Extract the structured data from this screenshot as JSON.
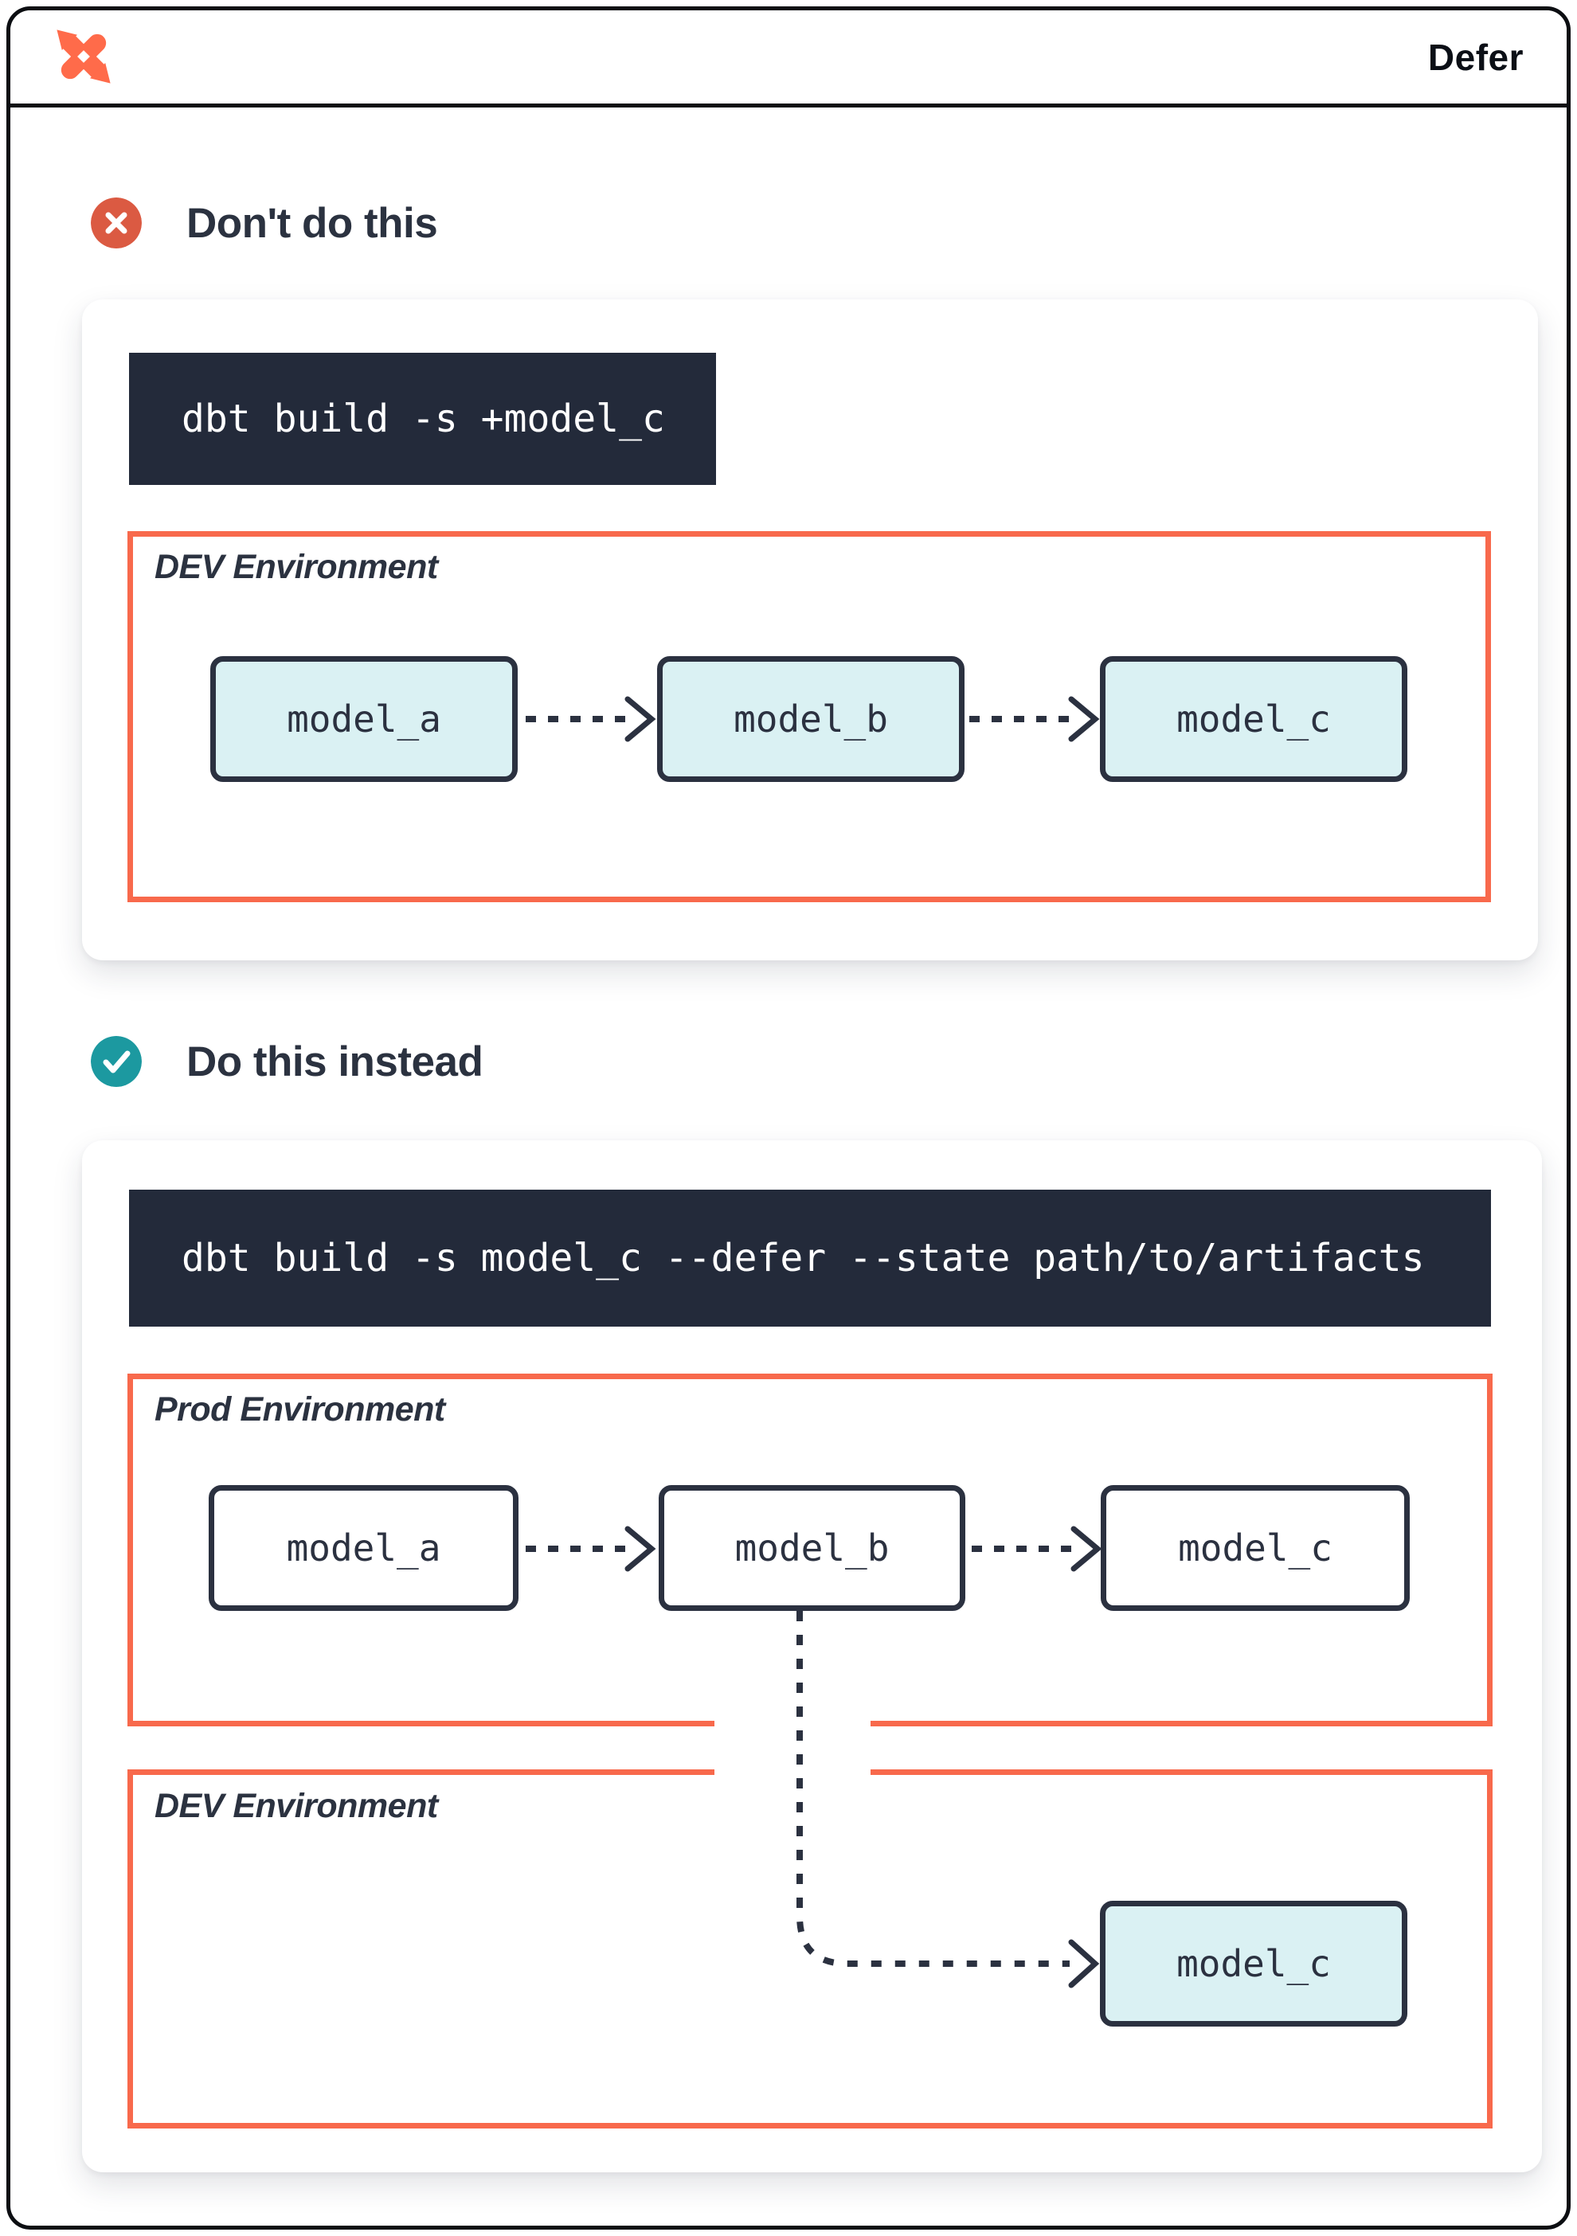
{
  "header": {
    "title": "Defer",
    "logo": "dbt-logo"
  },
  "colors": {
    "logo_orange": "#ff6b4a",
    "accent_orange": "#f8694c",
    "error_red": "#db5a42",
    "success_teal": "#1c99a0",
    "navy": "#2b3140",
    "code_bg": "#232a3a",
    "model_fill_teal": "#daf1f3"
  },
  "sections": [
    {
      "id": "dont",
      "icon": "x-circle",
      "label": "Don't do this",
      "command": "dbt build -s +model_c",
      "environments": [
        {
          "name": "DEV Environment",
          "models": [
            "model_a",
            "model_b",
            "model_c"
          ]
        }
      ]
    },
    {
      "id": "do",
      "icon": "check-circle",
      "label": "Do this instead",
      "command": "dbt build -s model_c --defer --state path/to/artifacts",
      "environments": [
        {
          "name": "Prod Environment",
          "models": [
            "model_a",
            "model_b",
            "model_c"
          ]
        },
        {
          "name": "DEV Environment",
          "models": [
            "model_c"
          ]
        }
      ]
    }
  ]
}
